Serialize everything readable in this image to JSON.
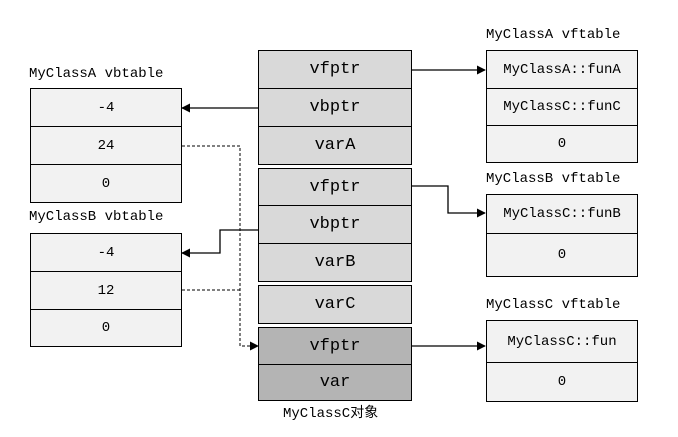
{
  "colors": {
    "light_cell": "#f2f2f2",
    "object_cell": "#d9d9d9",
    "dark_cell": "#b4b4b4",
    "line": "#000000"
  },
  "object": {
    "caption": "MyClassC对象",
    "segment_a": {
      "vfptr": "vfptr",
      "vbptr": "vbptr",
      "var": "varA"
    },
    "segment_b": {
      "vfptr": "vfptr",
      "vbptr": "vbptr",
      "var": "varB"
    },
    "segment_c": {
      "var": "varC"
    },
    "segment_virtual": {
      "vfptr": "vfptr",
      "var": "var"
    }
  },
  "vbtable_a": {
    "title": "MyClassA vbtable",
    "entries": [
      "-4",
      "24",
      "0"
    ]
  },
  "vbtable_b": {
    "title": "MyClassB vbtable",
    "entries": [
      "-4",
      "12",
      "0"
    ]
  },
  "vftable_a": {
    "title": "MyClassA vftable",
    "entries": [
      "MyClassA::funA",
      "MyClassC::funC",
      "0"
    ]
  },
  "vftable_b": {
    "title": "MyClassB vftable",
    "entries": [
      "MyClassC::funB",
      "0"
    ]
  },
  "vftable_c": {
    "title": "MyClassC vftable",
    "entries": [
      "MyClassC::fun",
      "0"
    ]
  }
}
